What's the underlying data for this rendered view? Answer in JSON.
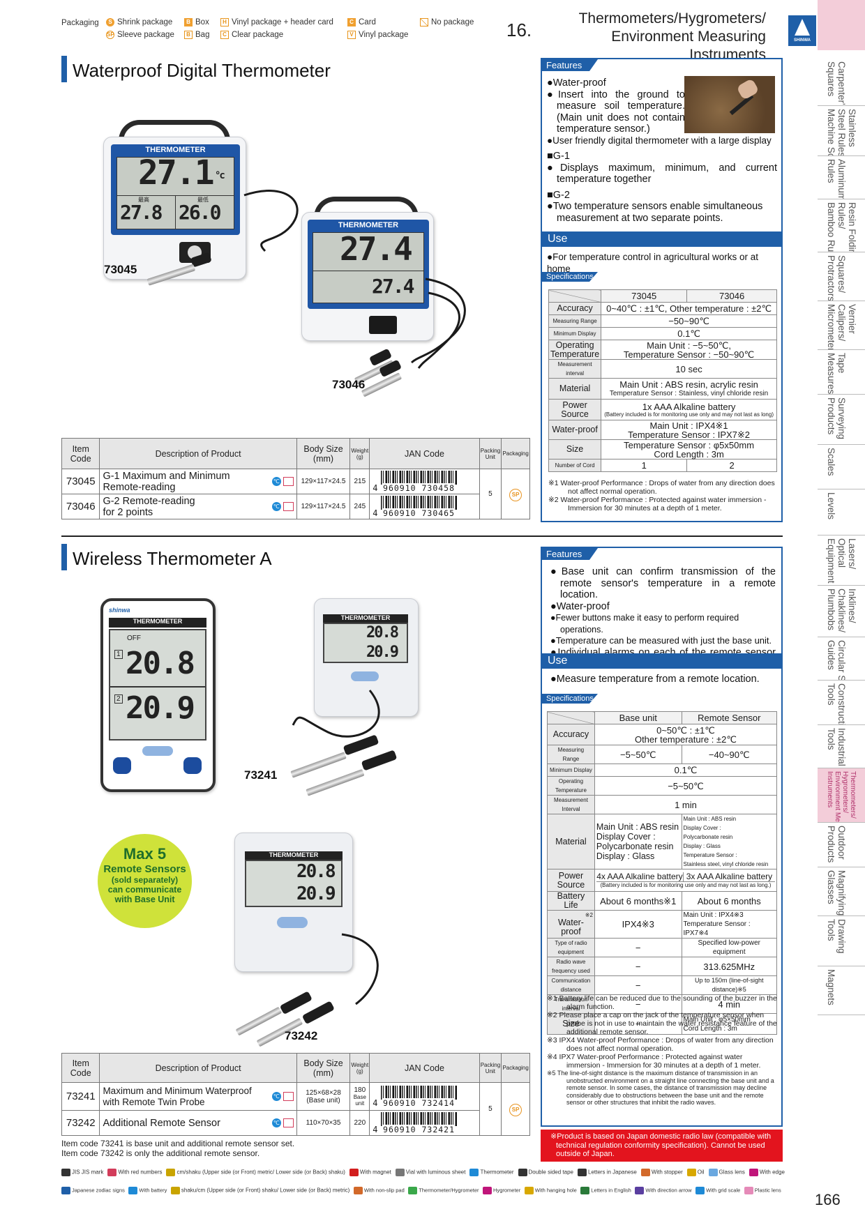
{
  "header": {
    "packaging_label": "Packaging",
    "packaging_types": [
      {
        "symbol": "S",
        "label": "Shrink package"
      },
      {
        "symbol": "B",
        "label": "Box"
      },
      {
        "symbol": "H",
        "label": "Vinyl package + header card"
      },
      {
        "symbol": "C",
        "label": "Card"
      },
      {
        "symbol": "",
        "label": "No package"
      },
      {
        "symbol": "SP",
        "label": "Sleeve package"
      },
      {
        "symbol": "B",
        "label": "Bag"
      },
      {
        "symbol": "C",
        "label": "Clear package"
      },
      {
        "symbol": "V",
        "label": "Vinyl package"
      }
    ],
    "section_number": "16.",
    "section_title_line1": "Thermometers/Hygrometers/",
    "section_title_line2": "Environment Measuring Instruments",
    "logo_text": "SHINWA"
  },
  "sidebar": [
    "Carpenter's\nSquares",
    "Stainless\nSteel Rules/\nMachine Scale",
    "Aluminum\nRules",
    "Resin Folding\nRules/\nBamboo Rules",
    "Squares/\nProtractors",
    "Vernier\nCalipers/\nMicrometers",
    "Tape\nMeasures",
    "Surveying\nProducts",
    "Scales",
    "Levels",
    "Lasers/\nOptical\nEquipment",
    "Inklines/\nChaklines/\nPlumbobs",
    "Circular Saw\nGuides",
    "Construction\nTools",
    "Industrial\nTools",
    "Thermometers/\nHygrometers/\nEnvironment Measuring\nInstruments",
    "Outdoor\nProducts",
    "Magnifying\nGlasses",
    "Drawing\nTools",
    "Magnets"
  ],
  "page_number": "166",
  "product1": {
    "title": "Waterproof Digital Thermometer",
    "img1": {
      "model": "73045",
      "caption": "THERMOMETER",
      "reading": "27.1",
      "sub1": "27.8",
      "sub2": "26.0",
      "unit": "°c",
      "sub_labels": [
        "最高",
        "最低"
      ]
    },
    "img2": {
      "model": "73046",
      "caption": "THERMOMETER",
      "reading": "27.4",
      "sub": "27.4",
      "unit": "°c"
    },
    "table": {
      "headers": [
        "Item Code",
        "Description of Product",
        "Body Size (mm)",
        "Weight (g)",
        "JAN Code",
        "Packing Unit",
        "Packaging"
      ],
      "rows": [
        {
          "code": "73045",
          "desc1": "G-1 Maximum and Minimum",
          "desc2": "Remote-reading",
          "size": "129×117×24.5",
          "weight": "215",
          "jan_prefix": "4",
          "jan": "960910 730458"
        },
        {
          "code": "73046",
          "desc1": "G-2 Remote-reading",
          "desc2": "for 2 points",
          "size": "129×117×24.5",
          "weight": "245",
          "jan_prefix": "4",
          "jan": "960910 730465"
        }
      ],
      "packing_unit": "5",
      "packaging": "SP"
    },
    "features_tag": "Features",
    "features": [
      "●Water-proof",
      "●Insert into the ground to measure soil temperature. (Main unit does not contain temperature sensor.)",
      "●User friendly digital thermometer with a large display",
      "■G-1",
      "●Displays maximum, minimum, and current temperature together",
      "■G-2",
      "●Two temperature sensors enable simultaneous measurement at two separate points."
    ],
    "use_tag": "Use",
    "use": "●For temperature control in agricultural works or at home",
    "spec_tag": "Specifications",
    "spec": {
      "col1": "73045",
      "col2": "73046",
      "accuracy_label": "Accuracy",
      "accuracy": "0~40℃ : ±1℃, Other temperature : ±2℃",
      "range_label": "Measuring Range",
      "range": "−50~90℃",
      "min_label": "Minimum Display",
      "min": "0.1℃",
      "op_label": "Operating Temperature",
      "op1": "Main Unit : −5~50℃,",
      "op2": "Temperature Sensor : −50~90℃",
      "int_label": "Measurement interval",
      "int": "10 sec",
      "mat_label": "Material",
      "mat1": "Main Unit : ABS resin, acrylic resin",
      "mat2": "Temperature Sensor : Stainless, vinyl chloride resin",
      "pow_label": "Power Source",
      "pow1": "1x AAA Alkaline battery",
      "pow2": "(Battery included is for monitoring use only and may not last as long)",
      "wp_label": "Water-proof",
      "wp1": "Main Unit : IPX4※1",
      "wp2": "Temperature Sensor : IPX7※2",
      "size_label": "Size",
      "size1": "Temperature Sensor : φ5x50mm",
      "size2": "Cord Length : 3m",
      "cord_label": "Number of Cord",
      "cord1": "1",
      "cord2": "2"
    },
    "notes": [
      "※1  Water-proof Performance : Drops of water from any direction does not affect normal operation.",
      "※2  Water-proof Performance : Protected against water immersion - Immersion for 30 minutes at a depth of 1 meter."
    ]
  },
  "product2": {
    "title": "Wireless Thermometer A",
    "img1": {
      "model": "73241",
      "caption": "THERMOMETER",
      "r1": "20.8",
      "r2": "20.9",
      "unit": "°c",
      "ch": [
        "1",
        "2"
      ],
      "status": "OFF"
    },
    "img2": {
      "r1": "20.8",
      "r2": "20.9",
      "caption": "THERMOMETER"
    },
    "img3": {
      "model": "73242",
      "caption": "THERMOMETER",
      "r1": "20.8",
      "r2": "20.9"
    },
    "badge": [
      "Max 5",
      "Remote Sensors",
      "(sold separately)",
      "can communicate",
      "with Base Unit"
    ],
    "table": {
      "headers": [
        "Item Code",
        "Description of Product",
        "Body Size (mm)",
        "Weight (g)",
        "JAN Code",
        "Packing Unit",
        "Packaging"
      ],
      "rows": [
        {
          "code": "73241",
          "desc1": "Maximum and Minimum Waterproof",
          "desc2": "with Remote Twin Probe",
          "size": "125×68×28",
          "size2": "(Base unit)",
          "weight": "180",
          "weight2": "Base unit",
          "jan_prefix": "4",
          "jan": "960910 732414"
        },
        {
          "code": "73242",
          "desc1": "Additional Remote Sensor",
          "desc2": "",
          "size": "110×70×35",
          "size2": "",
          "weight": "220",
          "weight2": "",
          "jan_prefix": "4",
          "jan": "960910 732421"
        }
      ],
      "packing_unit": "5",
      "packaging": "SP"
    },
    "footnote1": "Item code 73241 is base unit and additional remote sensor set.",
    "footnote2": "Item code 73242 is only the additional remote sensor.",
    "features_tag": "Features",
    "features": [
      "●Base unit can confirm transmission of the remote sensor's temperature in a remote location.",
      "●Water-proof",
      "●Fewer buttons make it easy to perform required operations.",
      "●Temperature can be measured with just the base unit.",
      "●Individual alarms on each of the remote sensor can be set from the base unit."
    ],
    "use_tag": "Use",
    "use": "●Measure temperature from a remote location.",
    "spec_tag": "Specifications",
    "spec": {
      "col1": "Base unit",
      "col2": "Remote Sensor",
      "accuracy_label": "Accuracy",
      "accuracy1": "0~50℃ : ±1℃",
      "accuracy2": "Other temperature : ±2℃",
      "range_label": "Measuring Range",
      "range1": "−5~50℃",
      "range2": "−40~90℃",
      "min_label": "Minimum Display",
      "min": "0.1℃",
      "op_label": "Operating Temperature",
      "op": "−5~50℃",
      "int_label": "Measurement Interval",
      "int": "1 min",
      "mat_label": "Material",
      "mat_base": [
        "Main Unit : ABS resin",
        "Display Cover :",
        "Polycarbonate resin",
        "Display : Glass"
      ],
      "mat_remote": [
        "Main Unit : ABS resin",
        "Display Cover :",
        "Polycarbonate resin",
        "Display : Glass",
        "Temperature Sensor :",
        "Stainless steel, vinyl chloride resin"
      ],
      "pow_label": "Power Source",
      "pow1": "4x AAA Alkaline battery",
      "pow2": "3x AAA Alkaline battery",
      "pow_note": "(Battery included is for monitoring use only and may not last as long.)",
      "bat_label": "Battery Life",
      "bat1": "About 6 months※1",
      "bat2": "About 6 months",
      "wp_label": "Water-proof",
      "wp_mark": "※2",
      "wp1": "IPX4※3",
      "wp2a": "Main Unit : IPX4※3",
      "wp2b": "Temperature Sensor : IPX7※4",
      "radio_label": "Type of radio equipment",
      "radio1": "−",
      "radio2": "Specified low-power equipment",
      "freq_label": "Radio wave frequency used",
      "freq1": "−",
      "freq2": "313.625MHz",
      "dist_label": "Communication distance",
      "dist1": "−",
      "dist2": "Up to 150m (line-of-sight distance)※5",
      "tx_label": "Transmission interval",
      "tx1": "−",
      "tx2": "4 min",
      "size_label": "Size",
      "size1": "−",
      "size2a": "Main Unit : φ5×50mm",
      "size2b": "Cord Length : 3m"
    },
    "notes": [
      "※1  Battery life can be reduced due to the sounding of the buzzer in the alarm function.",
      "※2  Please place a cap on the jack of the temperature sensor when probe is not in use to maintain the water resistance feature of the additional remote sensor.",
      "※3  IPX4 Water-proof Performance : Drops of water from any direction does not affect normal operation.",
      "※4  IPX7 Water-proof Performance : Protected against water immersion - Immersion for 30 minutes at a depth of 1 meter.",
      "※5  The line-of-sight distance is the maximum distance of transmission in an unobstructed environment on a straight line connecting the base unit and a remote sensor. In some cases, the distance of transmission may decline considerably due to obstructions between the base unit and the remote sensor or other structures that inhibit the radio waves."
    ],
    "redbox": "※Product is based on Japan domestic radio law (compatible with technical regulation conformity specification). Cannot be used outside of Japan."
  },
  "legend_row1": [
    "JIS JIS mark",
    "With red numbers",
    "cm/shaku (Upper side (or Front) metric/ Lower side (or Back) shaku)",
    "With magnet",
    "Vial with luminous sheet",
    "Thermometer",
    "Double sided tape",
    "Letters in Japanese",
    "With stopper",
    "Oil",
    "Glass lens",
    "With edge"
  ],
  "legend_row2": [
    "Japanese zodiac signs",
    "With battery",
    "shaku/cm (Upper side (or Front) shaku/ Lower side (or Back) metric)",
    "With non-slip pad",
    "Thermometer/Hygrometer",
    "Hygrometer",
    "With hanging hole",
    "Letters in English",
    "With direction arrow",
    "With grid scale",
    "Plastic lens"
  ],
  "colors": {
    "brand_blue": "#1f5fa8",
    "active_tab": "#f3cdd9",
    "red_notice": "#e3141e",
    "badge": "#cfe23a"
  }
}
